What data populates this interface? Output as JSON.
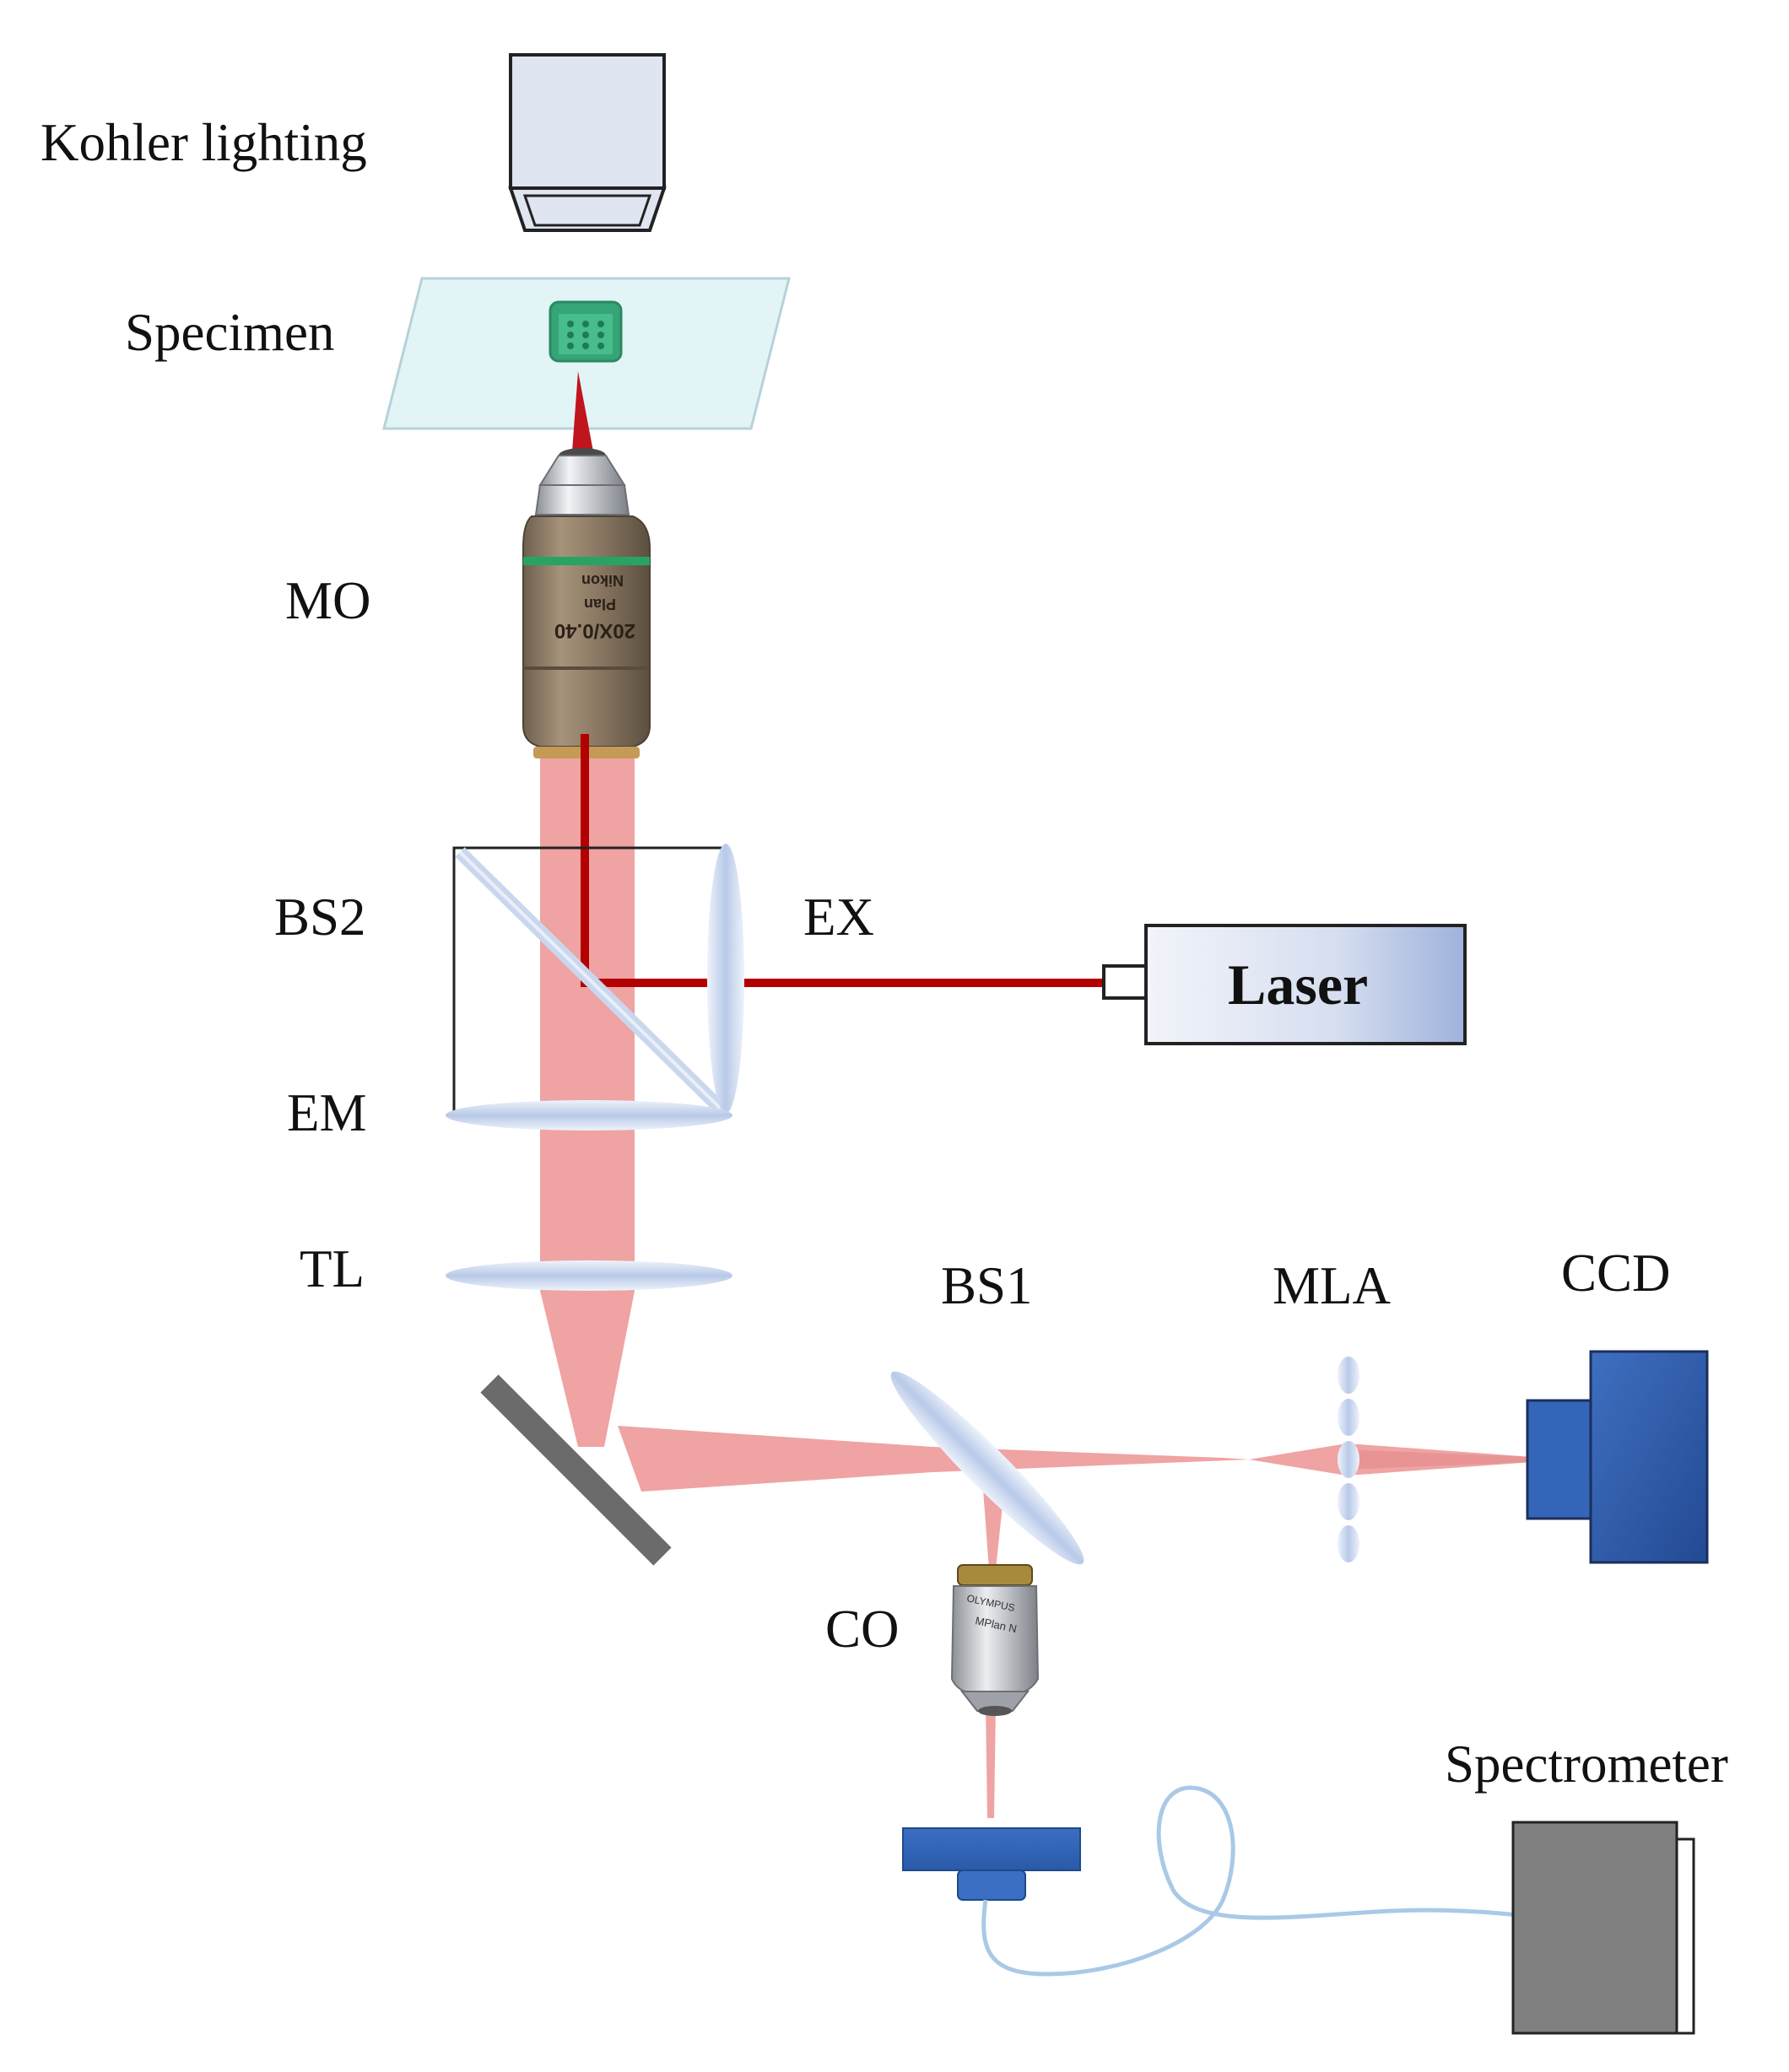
{
  "labels": {
    "kohler": "Kohler lighting",
    "specimen": "Specimen",
    "mo": "MO",
    "bs2": "BS2",
    "ex": "EX",
    "laser": "Laser",
    "em": "EM",
    "tl": "TL",
    "bs1": "BS1",
    "mla": "MLA",
    "ccd": "CCD",
    "co": "CO",
    "spectrometer": "Spectrometer"
  },
  "objective_markings": {
    "mo_brand": "Nikon",
    "mo_type": "Plan",
    "mo_mag": "20X/0.40",
    "co_brand": "OLYMPUS",
    "co_type": "MPlan N"
  },
  "colors": {
    "beam_light": "#efa3a3",
    "laser_beam": "#b30000",
    "lens": "#c9d7ee",
    "ccd": "#2f5fb0",
    "spectrometer": "#808080",
    "objective": "#8a7a66",
    "specimen": "#38a878",
    "slide": "#dff2f6"
  }
}
